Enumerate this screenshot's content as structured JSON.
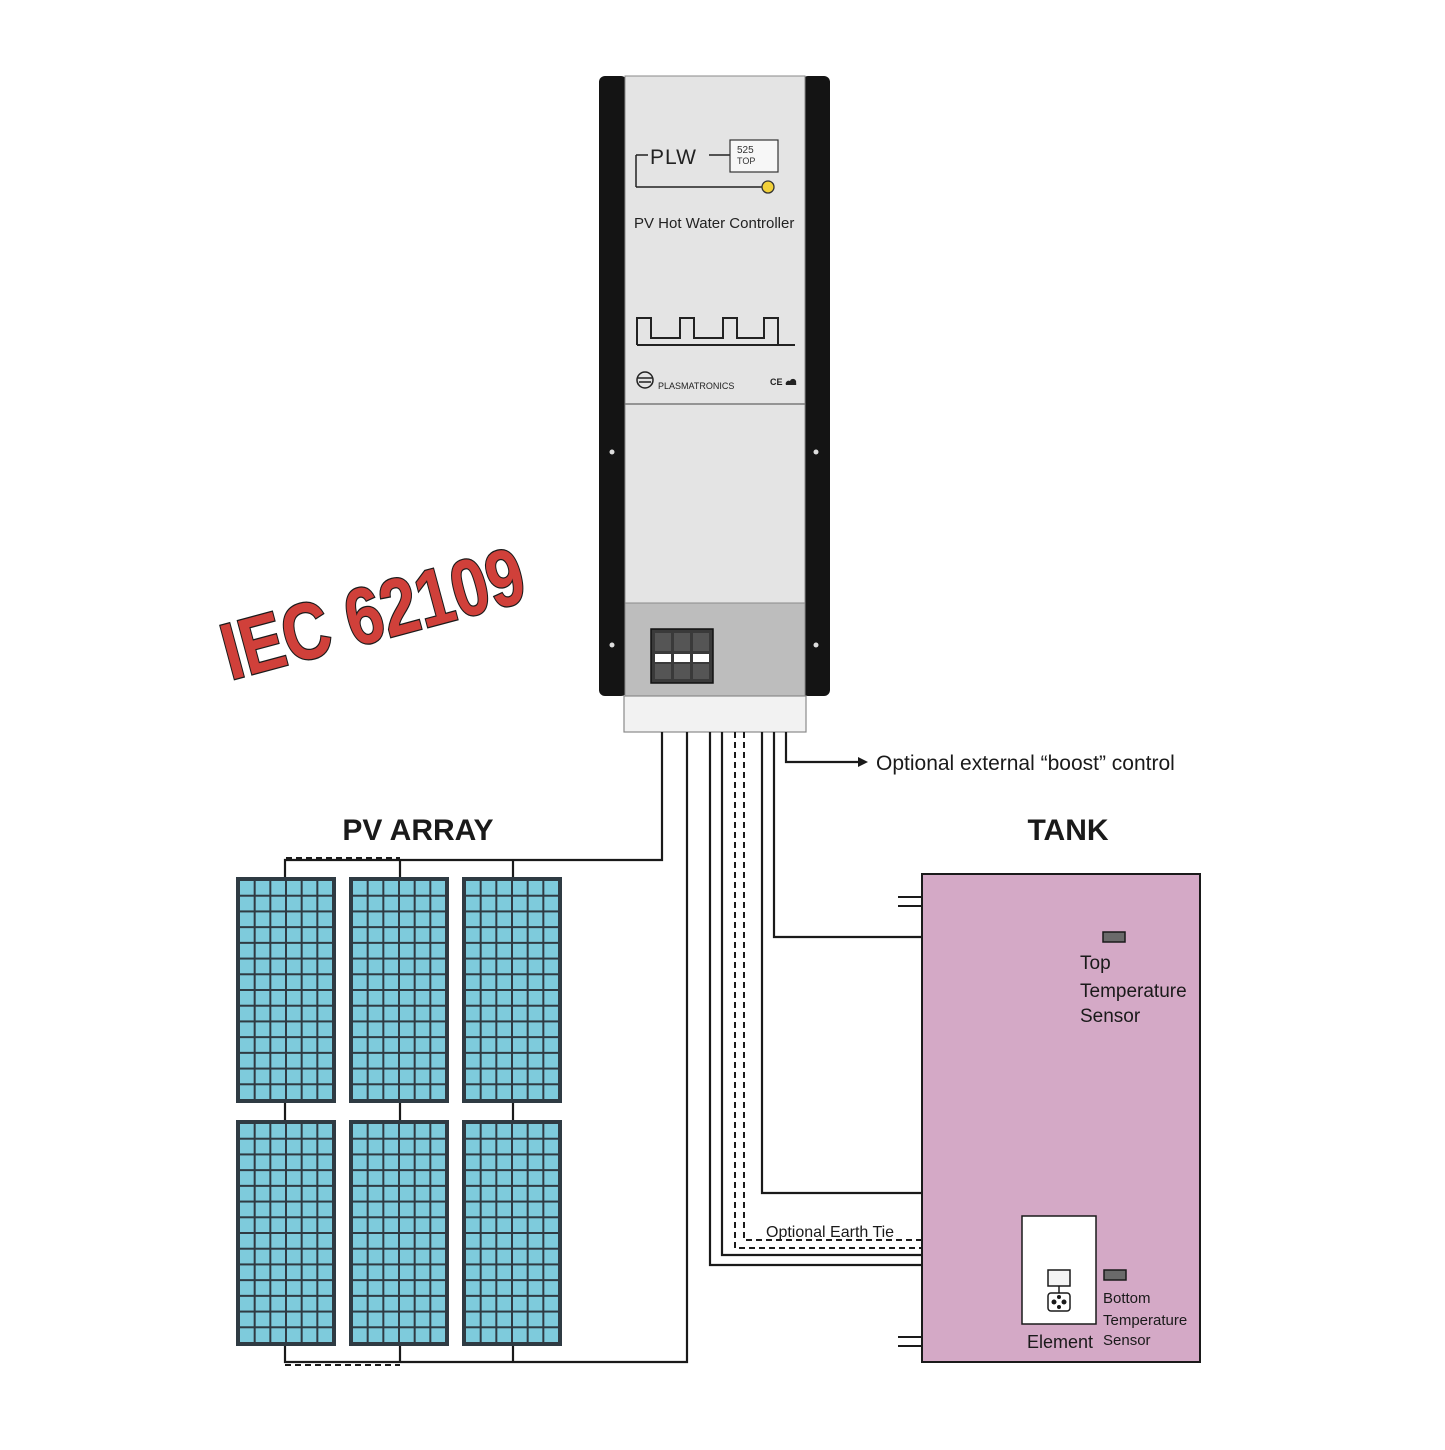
{
  "controller": {
    "brand": "PLW",
    "display_value": "525",
    "display_mode": "TOP",
    "product_name": "PV Hot Water Controller",
    "maker": "PLASMATRONICS",
    "marks": "CE",
    "led_color": "#f2d13a"
  },
  "stamp": {
    "text": "IEC 62109",
    "color": "#d0403a"
  },
  "pv_array": {
    "title": "PV ARRAY",
    "cell_color": "#7ecbdc",
    "frame_color": "#2f3b43",
    "panels": 6
  },
  "tank": {
    "title": "TANK",
    "fill_color": "#d4a9c6",
    "top_sensor_label": [
      "Top",
      "Temperature",
      "Sensor"
    ],
    "bottom_sensor_label": [
      "Bottom",
      "Temperature",
      "Sensor"
    ],
    "element_label": "Element"
  },
  "annotations": {
    "boost": "Optional external “boost” control",
    "earth_tie": "Optional Earth Tie"
  },
  "colors": {
    "wire": "#1a1a1a",
    "case_dark": "#141414",
    "case_light": "#e4e4e4",
    "terminal_block": "#bdbdbd"
  }
}
